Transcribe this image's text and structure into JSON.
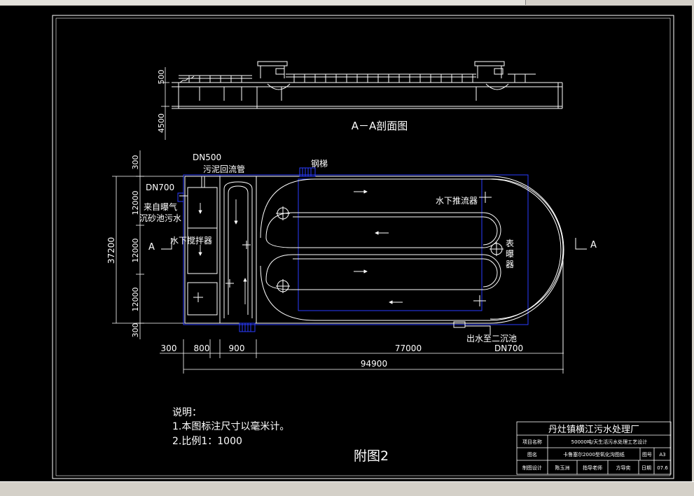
{
  "section": {
    "title": "A－A剖面图",
    "dim_top": "500",
    "dim_bottom": "4500"
  },
  "plan": {
    "labels": {
      "dn500": "DN500",
      "sludge_return": "污泥回流管",
      "steel_ladder": "钢梯",
      "dn700_in": "DN700",
      "inflow_line1": "来自曝气",
      "inflow_line2": "沉砂池污水",
      "mixer": "水下搅拌器",
      "pusher": "水下推流器",
      "aerator_1": "表",
      "aerator_2": "曝",
      "aerator_3": "器",
      "outflow": "出水至二沉池",
      "dn700_out": "DN700",
      "section_mark_left": "A",
      "section_mark_right": "A"
    },
    "vertical_dims": [
      "300",
      "12000",
      "12000",
      "12000",
      "300"
    ],
    "total_height_dim": "37200",
    "horizontal_dims": [
      "300",
      "800",
      "900",
      "77000"
    ],
    "total_width_dim": "94900"
  },
  "notes": {
    "title": "说明：",
    "line1": "1.本图标注尺寸以毫米计。",
    "line2": "2.比例1：1000"
  },
  "figure_label": "附图2",
  "title_block": {
    "company": "丹灶镇横江污水处理厂",
    "row1_label": "项目名称",
    "row1_value": "50000吨/天生活污水处理工艺设计",
    "row2_label": "图名",
    "row2_value": "卡鲁塞尔2000型氧化沟图纸",
    "sheet_no_label": "图号",
    "sheet_no_value": "A3",
    "row3_label": "制图设计",
    "designer": "陈玉洲",
    "advisor_label": "指导老师",
    "advisor": "方导奕",
    "date_label": "日期",
    "date_value": "07.6"
  },
  "colors": {
    "background": "#000000",
    "lines": "#ffffff",
    "blue": "#2a3cff"
  }
}
